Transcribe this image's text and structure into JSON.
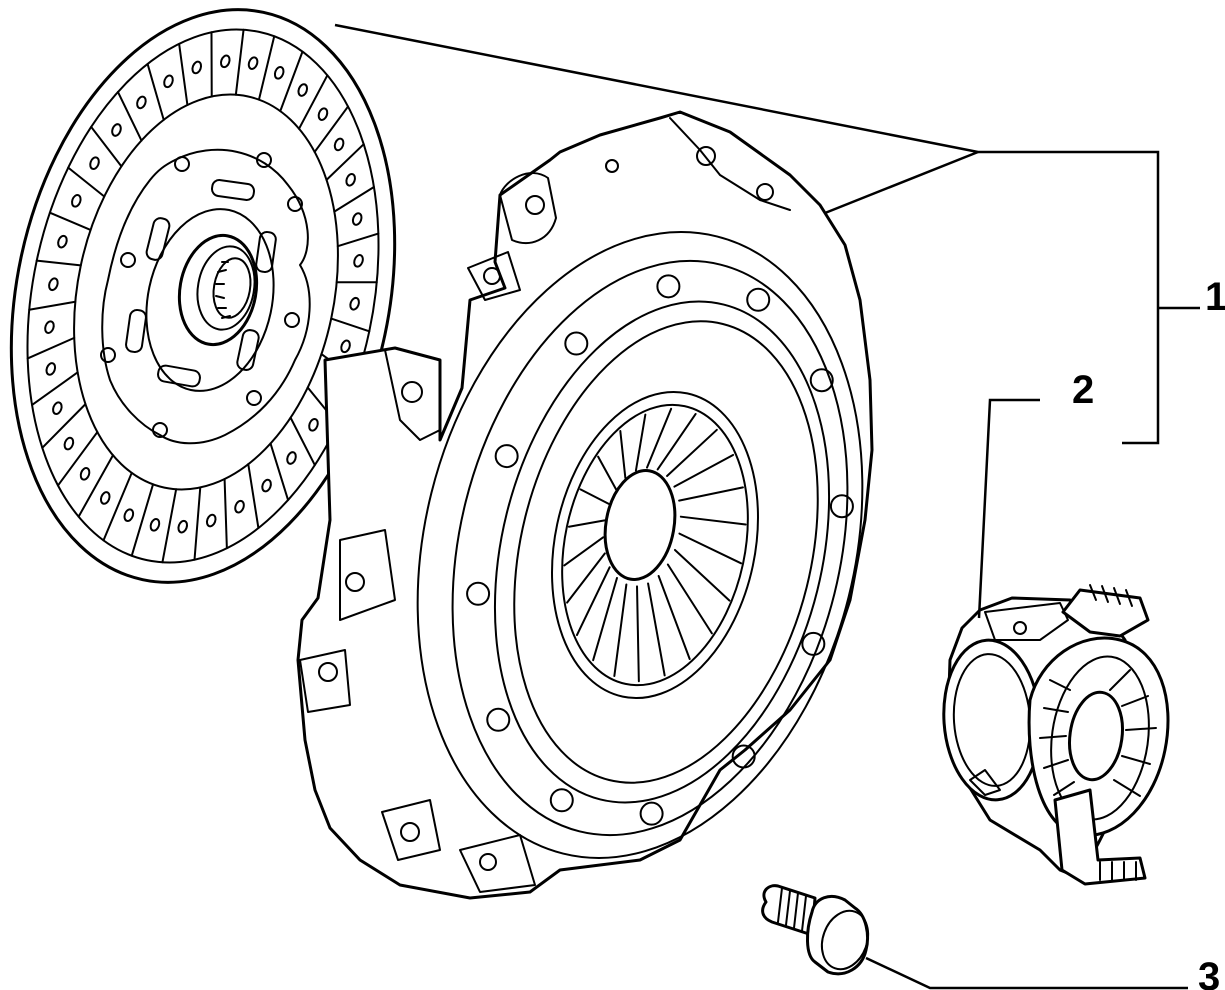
{
  "callouts": [
    {
      "number": "1"
    },
    {
      "number": "2"
    },
    {
      "number": "3"
    }
  ],
  "parts": {
    "clutch_disc": "clutch-disc",
    "pressure_plate": "clutch-pressure-plate",
    "release_bearing": "release-bearing",
    "bolt": "bolt"
  }
}
